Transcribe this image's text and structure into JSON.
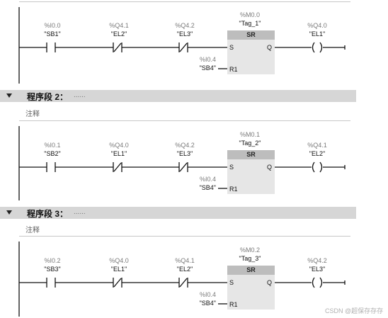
{
  "segments": [
    {
      "header": "",
      "comment": "",
      "contacts": [
        {
          "address": "%I0.0",
          "tag": "\"SB1\"",
          "type": "NO"
        },
        {
          "address": "%Q4.1",
          "tag": "\"EL2\"",
          "type": "NC"
        },
        {
          "address": "%Q4.2",
          "tag": "\"EL3\"",
          "type": "NC"
        }
      ],
      "block": {
        "address": "%M0.0",
        "tag": "\"Tag_1\"",
        "title": "SR",
        "pin_s": "S",
        "pin_q": "Q",
        "pin_r1": "R1"
      },
      "reset": {
        "address": "%I0.4",
        "tag": "\"SB4\""
      },
      "coil": {
        "address": "%Q4.0",
        "tag": "\"EL1\""
      }
    },
    {
      "header": "程序段 2：",
      "header_dots": "......",
      "comment": "注释",
      "contacts": [
        {
          "address": "%I0.1",
          "tag": "\"SB2\"",
          "type": "NO"
        },
        {
          "address": "%Q4.0",
          "tag": "\"EL1\"",
          "type": "NC"
        },
        {
          "address": "%Q4.2",
          "tag": "\"EL3\"",
          "type": "NC"
        }
      ],
      "block": {
        "address": "%M0.1",
        "tag": "\"Tag_2\"",
        "title": "SR",
        "pin_s": "S",
        "pin_q": "Q",
        "pin_r1": "R1"
      },
      "reset": {
        "address": "%I0.4",
        "tag": "\"SB4\""
      },
      "coil": {
        "address": "%Q4.1",
        "tag": "\"EL2\""
      }
    },
    {
      "header": "程序段 3：",
      "header_dots": "......",
      "comment": "注释",
      "contacts": [
        {
          "address": "%I0.2",
          "tag": "\"SB3\"",
          "type": "NO"
        },
        {
          "address": "%Q4.0",
          "tag": "\"EL1\"",
          "type": "NC"
        },
        {
          "address": "%Q4.1",
          "tag": "\"EL2\"",
          "type": "NC"
        }
      ],
      "block": {
        "address": "%M0.2",
        "tag": "\"Tag_3\"",
        "title": "SR",
        "pin_s": "S",
        "pin_q": "Q",
        "pin_r1": "R1"
      },
      "reset": {
        "address": "%I0.4",
        "tag": "\"SB4\""
      },
      "coil": {
        "address": "%Q4.2",
        "tag": "\"EL3\""
      }
    }
  ],
  "watermark": "CSDN @超保存存存"
}
